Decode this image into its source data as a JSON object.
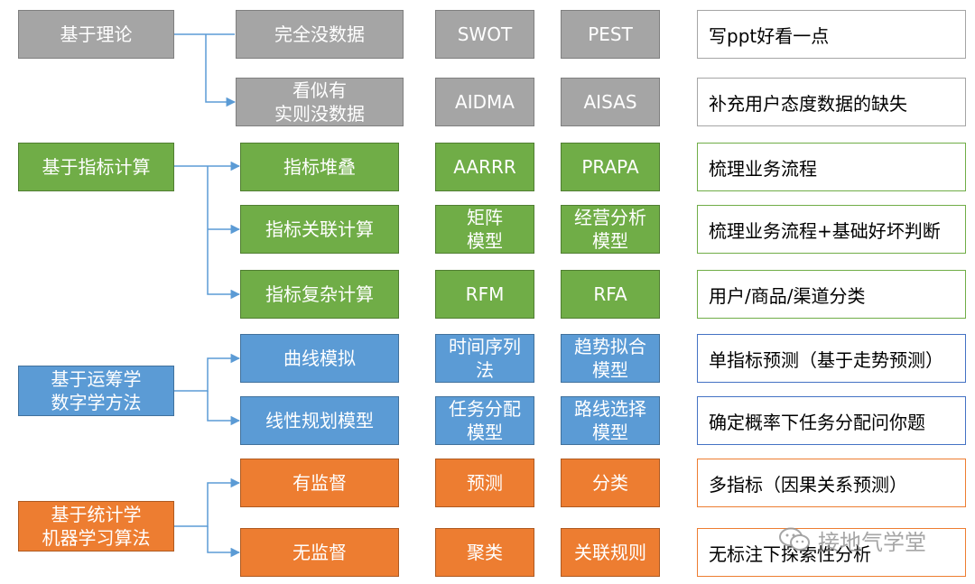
{
  "rows": [
    {
      "category": "基于理论",
      "method": "完全没数据",
      "model1": "SWOT",
      "model2": "PEST",
      "note": "写ppt好看一点"
    },
    {
      "method": "看似有\n实则没数据",
      "model1": "AIDMA",
      "model2": "AISAS",
      "note": "补充用户态度数据的缺失"
    },
    {
      "category": "基于指标计算",
      "method": "指标堆叠",
      "model1": "AARRR",
      "model2": "PRAPA",
      "note": "梳理业务流程"
    },
    {
      "method": "指标关联计算",
      "model1": "矩阵\n模型",
      "model2": "经营分析\n模型",
      "note": "梳理业务流程+基础好坏判断"
    },
    {
      "method": "指标复杂计算",
      "model1": "RFM",
      "model2": "RFA",
      "note": "用户/商品/渠道分类"
    },
    {
      "category": "基于运筹学\n数字学方法",
      "method": "曲线模拟",
      "model1": "时间序列\n法",
      "model2": "趋势拟合\n模型",
      "note": "单指标预测（基于走势预测）"
    },
    {
      "method": "线性规划模型",
      "model1": "任务分配\n模型",
      "model2": "路线选择\n模型",
      "note": "确定概率下任务分配问你题"
    },
    {
      "category": "基于统计学\n机器学习算法",
      "method": "有监督",
      "model1": "预测",
      "model2": "分类",
      "note": "多指标（因果关系预测）"
    },
    {
      "method": "无监督",
      "model1": "聚类",
      "model2": "关联规则",
      "note": "无标注下探索性分析"
    }
  ],
  "watermark": {
    "text": "接地气学堂",
    "icon": "wechat-icon"
  },
  "colors": {
    "gray": "#a5a5a5",
    "green": "#70ad47",
    "blue": "#5b9bd5",
    "orange": "#ed7d31",
    "connector": "#5b9bd5"
  }
}
